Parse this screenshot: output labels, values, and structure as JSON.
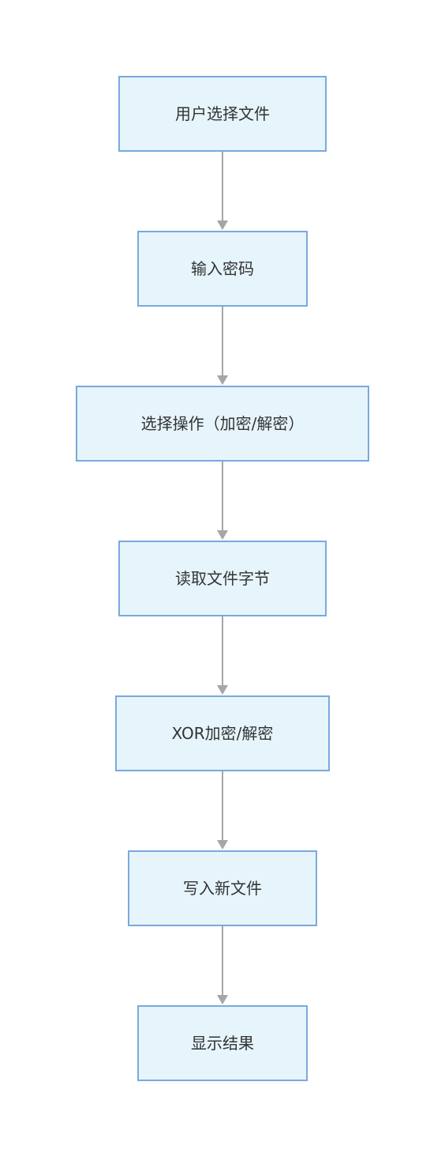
{
  "diagram": {
    "steps": [
      {
        "label": "用户选择文件"
      },
      {
        "label": "输入密码"
      },
      {
        "label": "选择操作（加密/解密）"
      },
      {
        "label": "读取文件字节"
      },
      {
        "label": "XOR加密/解密"
      },
      {
        "label": "写入新文件"
      },
      {
        "label": "显示结果"
      }
    ],
    "colors": {
      "node_fill": "#e6f4fc",
      "node_border": "#7aa9dc",
      "edge": "#a6a6a6",
      "text": "#333333"
    }
  }
}
